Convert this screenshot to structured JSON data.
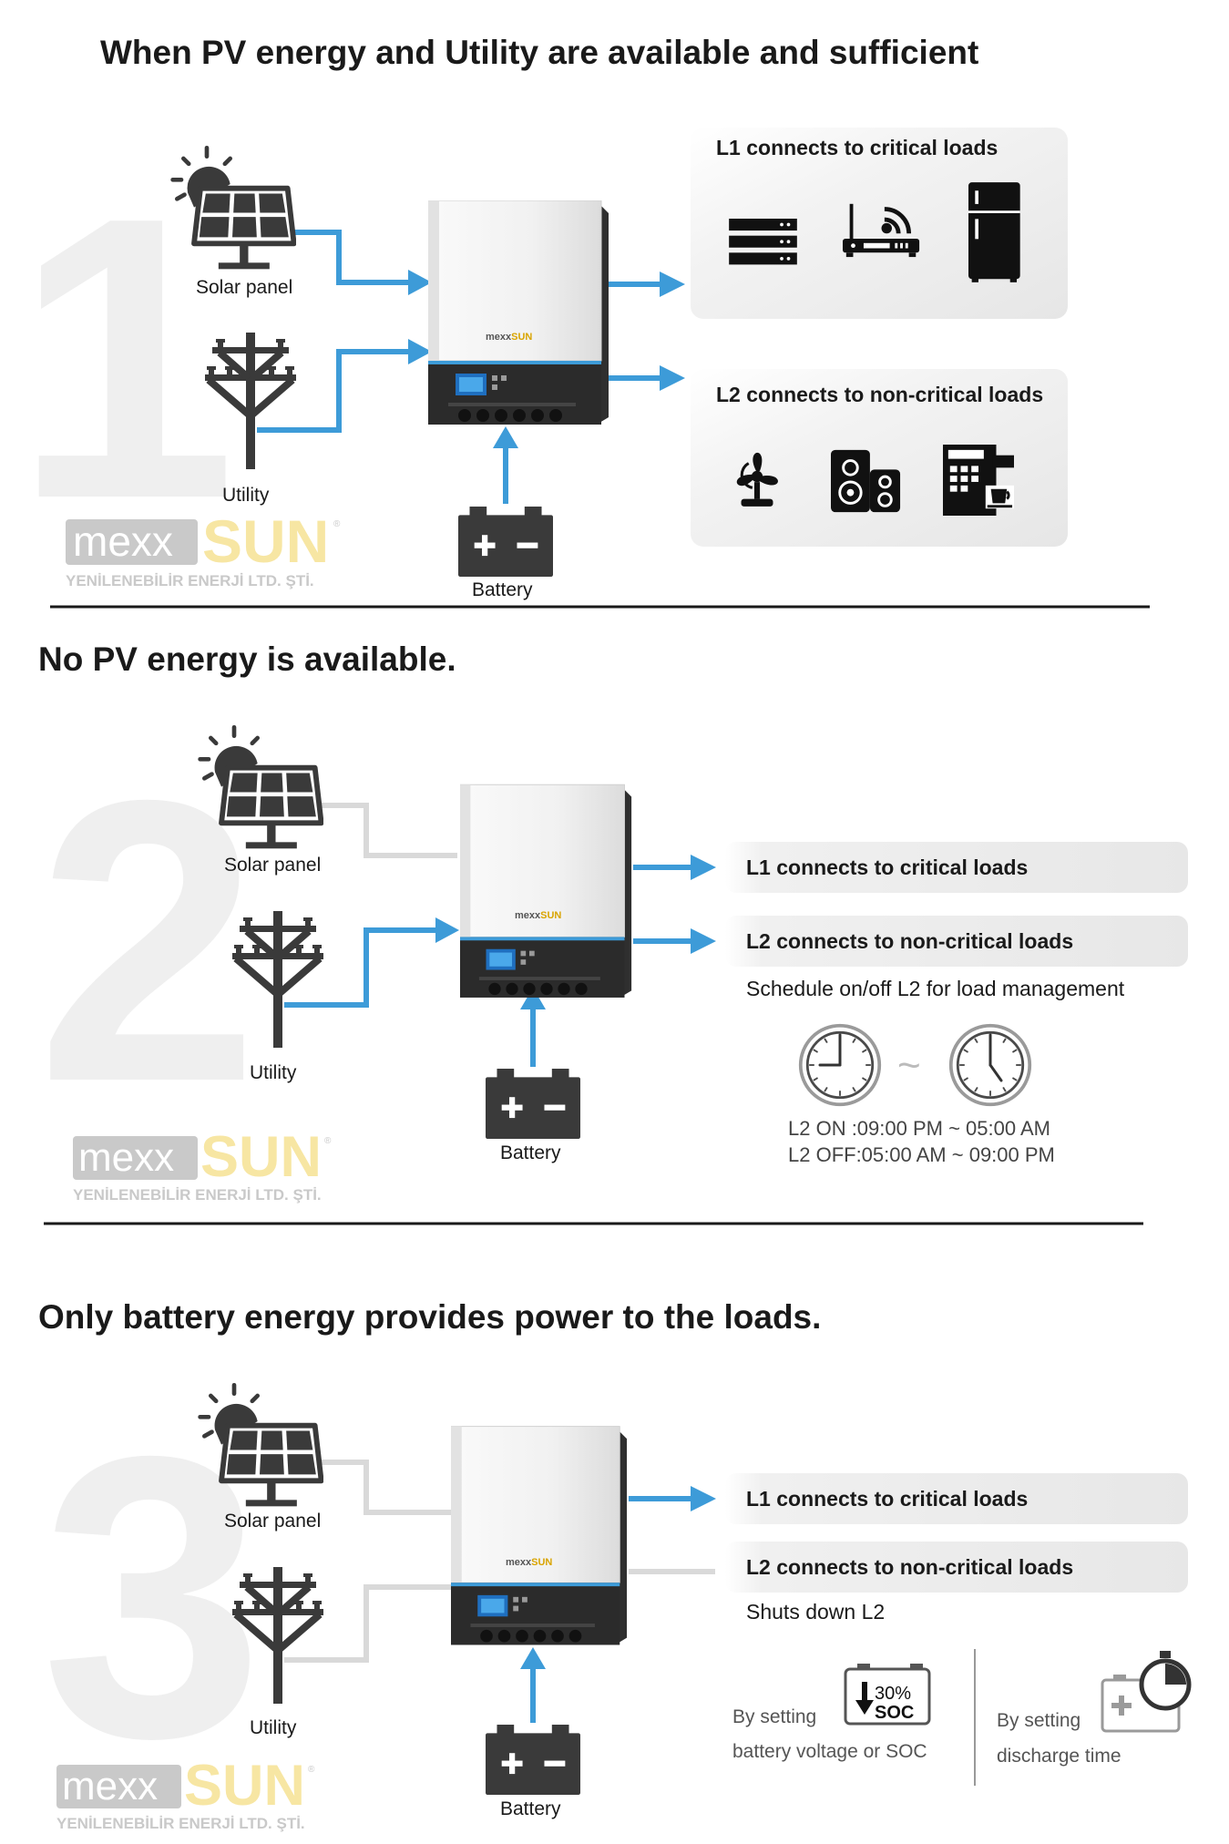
{
  "sections": [
    {
      "number": "1",
      "heading": "When PV energy and Utility are available and sufficient",
      "solar_label": "Solar panel",
      "utility_label": "Utility",
      "battery_label": "Battery",
      "l1_label": "L1 connects to critical loads",
      "l2_label": "L2 connects to non-critical loads"
    },
    {
      "number": "2",
      "heading": "No PV energy is available.",
      "solar_label": "Solar panel",
      "utility_label": "Utility",
      "battery_label": "Battery",
      "l1_label": "L1 connects to critical loads",
      "l2_label": "L2 connects to non-critical loads",
      "note": "Schedule on/off L2 for load management",
      "schedule_on": "L2 ON :09:00 PM ~ 05:00 AM",
      "schedule_off": "L2 OFF:05:00 AM ~ 09:00 PM",
      "tilde": "~"
    },
    {
      "number": "3",
      "heading": "Only battery energy provides power to the loads.",
      "solar_label": "Solar panel",
      "utility_label": "Utility",
      "battery_label": "Battery",
      "l1_label": "L1 connects to critical loads",
      "l2_label": "L2 connects to non-critical loads",
      "note": "Shuts down L2",
      "by_setting": "By setting",
      "soc_caption": "battery voltage or SOC",
      "discharge_caption": "discharge time",
      "soc_percent": "30%",
      "soc_text": "SOC"
    }
  ],
  "brand": {
    "logo_left": "mexx",
    "logo_right": "SUN",
    "logo_reg": "®",
    "company": "YENİLENEBİLİR ENERJİ LTD. ŞTİ.",
    "device_logo_left": "mexx",
    "device_logo_right": "SUN"
  },
  "colors": {
    "active_line": "#3d9bd8",
    "inactive_line": "#d9d9d9",
    "text": "#1a1a1a",
    "icon": "#3a3a3a",
    "logo_grey": "#c9c9c9",
    "logo_yellow": "#f7e6a3",
    "watermark": "#efefef",
    "panel_bg": "#f0f0f0"
  }
}
